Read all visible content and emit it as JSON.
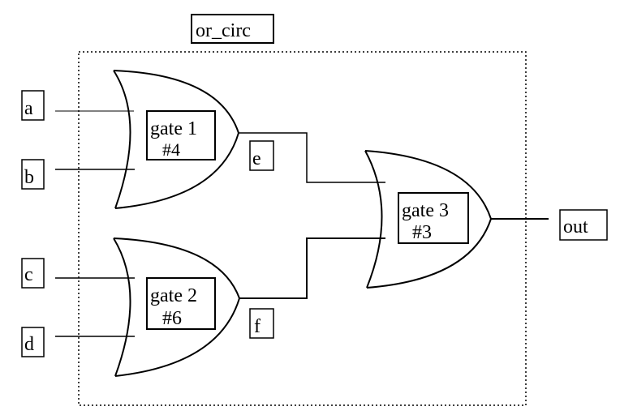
{
  "circuit": {
    "title": "or_circ",
    "inputs": [
      "a",
      "b",
      "c",
      "d"
    ],
    "wires": [
      "e",
      "f"
    ],
    "output": "out",
    "gates": [
      {
        "name": "gate 1",
        "id": "#4",
        "inputs": [
          "a",
          "b"
        ],
        "output": "e"
      },
      {
        "name": "gate 2",
        "id": "#6",
        "inputs": [
          "c",
          "d"
        ],
        "output": "f"
      },
      {
        "name": "gate 3",
        "id": "#3",
        "inputs": [
          "e",
          "f"
        ],
        "output": "out"
      }
    ]
  },
  "colors": {
    "stroke": "#000000",
    "background": "#ffffff"
  }
}
